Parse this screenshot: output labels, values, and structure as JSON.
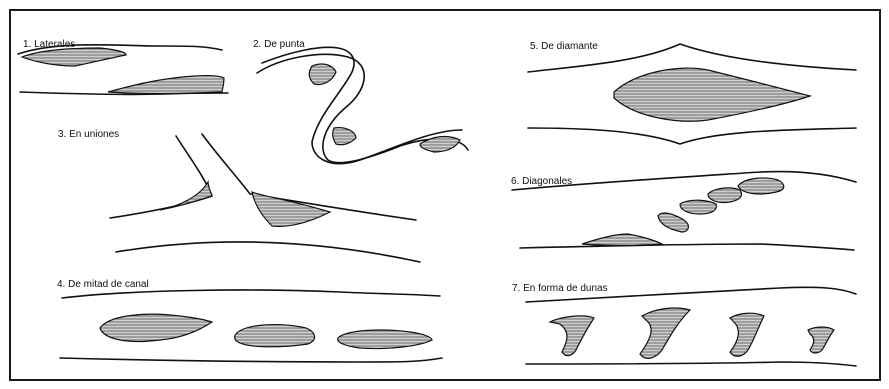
{
  "figure": {
    "panels": [
      {
        "id": "laterales",
        "label": "1. Laterales"
      },
      {
        "id": "de-punta",
        "label": "2. De punta"
      },
      {
        "id": "en-uniones",
        "label": "3. En uniones"
      },
      {
        "id": "mitad-canal",
        "label": "4. De mitad de canal"
      },
      {
        "id": "de-diamante",
        "label": "5. De diamante"
      },
      {
        "id": "diagonales",
        "label": "6. Diagonales"
      },
      {
        "id": "forma-dunas",
        "label": "7. En forma de dunas"
      }
    ]
  },
  "colors": {
    "line": "#111111",
    "bar_fill": "#cfcfcf",
    "hatch": "#6b6b6b",
    "border": "#1a1a1a"
  }
}
